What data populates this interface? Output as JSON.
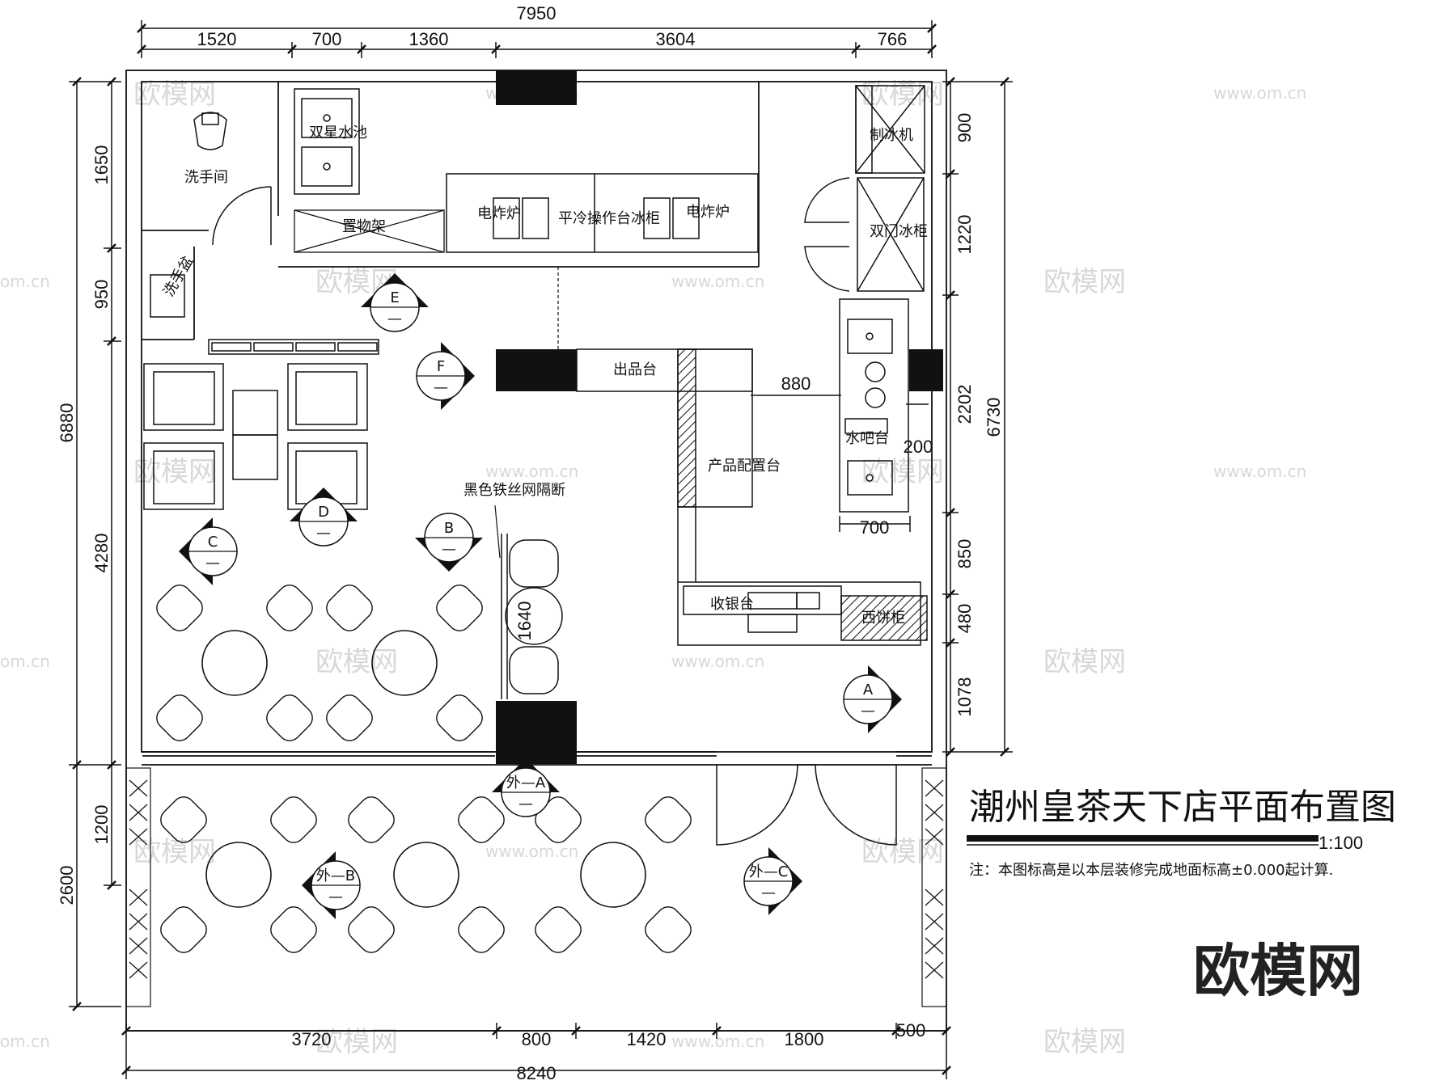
{
  "title": "潮州皇茶天下店平面布置图",
  "scale": "1:100",
  "note": "注：本图标高是以本层装修完成地面标高±0.000起计算.",
  "brand": "欧模网",
  "watermark": {
    "logo": "欧模网",
    "url": "www.om.cn",
    "url_cut": "om.cn"
  },
  "dims_top": {
    "total": "7950",
    "segments": [
      "1520",
      "700",
      "1360",
      "3604",
      "766"
    ]
  },
  "dims_bottom": {
    "total": "8240",
    "segments": [
      "3720",
      "800",
      "1420",
      "1800",
      "500"
    ]
  },
  "dims_left": {
    "total_a": "6880",
    "total_b": "2600",
    "segments": [
      "1650",
      "950",
      "4280",
      "1200"
    ]
  },
  "dims_right": {
    "total": "6730",
    "segments": [
      "900",
      "1220",
      "2202",
      "850",
      "480",
      "1078"
    ]
  },
  "dims_inner": {
    "w880": "880",
    "w200": "200",
    "w700": "700",
    "w1640": "1640"
  },
  "labels": {
    "washroom": "洗手间",
    "double_sink": "双星水池",
    "shelf": "置物架",
    "fryer_left": "电炸炉",
    "fryer_right": "电炸炉",
    "cold_table": "平冷操作台冰柜",
    "ice_machine": "制冰机",
    "double_fridge": "双门冰柜",
    "wash_basin": "洗手盆",
    "pickup": "出品台",
    "prep_table": "产品配置台",
    "bar": "水吧台",
    "partition": "黑色铁丝网隔断",
    "cashier": "收银台",
    "cake_cabinet": "西饼柜"
  },
  "view_markers": [
    "A",
    "B",
    "C",
    "D",
    "E",
    "F",
    "外—A",
    "外—B",
    "外—C"
  ],
  "view_marker_sub": "—"
}
